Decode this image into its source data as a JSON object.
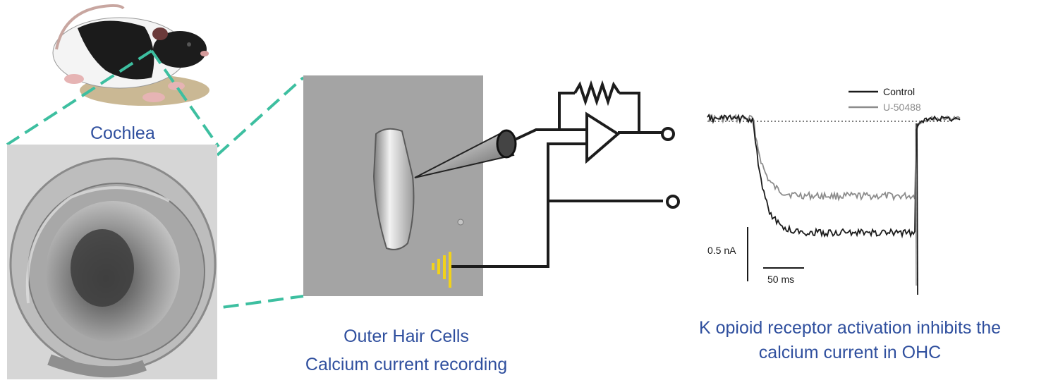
{
  "labels": {
    "cochlea": "Cochlea",
    "ohc_line1": "Outer Hair Cells",
    "ohc_line2": "Calcium current recording",
    "conclusion_line1": "K opioid receptor activation inhibits the",
    "conclusion_line2": "calcium current in OHC"
  },
  "trace_panel": {
    "legend": [
      {
        "name": "Control",
        "color": "#1a1a1a"
      },
      {
        "name": "U-50488",
        "color": "#8c8c8c"
      }
    ],
    "scale_current": "0.5 nA",
    "scale_time": "50 ms"
  },
  "colors": {
    "label_blue": "#2f4f9e",
    "connector_teal": "#3dbfa0",
    "ground_yellow": "#f2d21a",
    "control_trace": "#1a1a1a",
    "drug_trace": "#8c8c8c"
  },
  "icons": [
    "rat-illustration",
    "cochlea-micrograph",
    "hair-cell-micrograph",
    "recording-pipette-icon",
    "amplifier-icon",
    "resistor-icon",
    "ground-electrode-icon"
  ]
}
